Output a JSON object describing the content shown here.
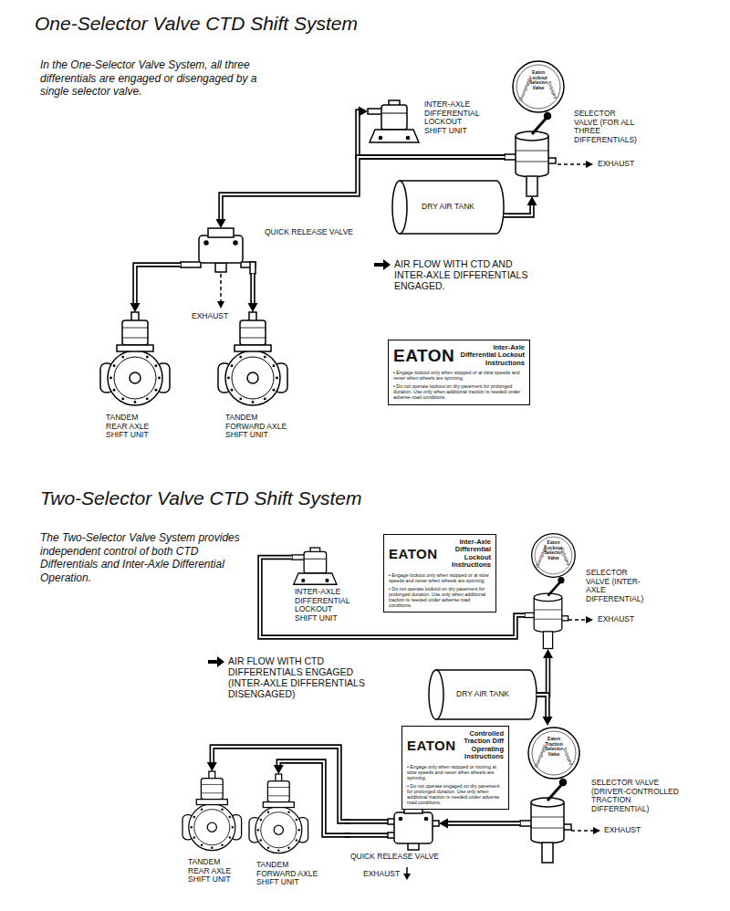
{
  "diagram": {
    "title": "One-Selector Valve CTD Shift System",
    "nodes": [
      {
        "text": [
          "INTER-AXLE DIFFERENTIAL LOCKOUT SHIFT UNIT"
        ]
      },
      {
        "text": [
          "SELECTOR VALVE (FOR ALL THREE DIFFERENTIALS)"
        ]
      },
      {
        "text": [
          "DRY AIR TANK"
        ]
      },
      {
        "text": [
          "QUICK RELEASE VALVE"
        ]
      },
      {
        "text": [
          "TANDEM REAR AXLE SHIFT UNIT"
        ]
      },
      {
        "text": [
          "TANDEM FORWARD AXLE SHIFT UNIT"
        ]
      },
      {
        "text": [
          "EATON",
          "Inter-Axle Differential Lockout Instructions",
          "• Engage lockout only when stopped or at slow speeds and never when wheels are spinning.",
          "• Do not operate lockout on dry pavement for prolonged duration. Use only when additional traction is needed under adverse road conditions."
        ]
      },
      {
        "text": [
          "INTER-AXLE DIFFERENTIAL LOCKOUT SHIFT UNIT"
        ]
      },
      {
        "text": [
          "EATON",
          "Inter-Axle Differential Lockout Instructions",
          "• Engage lockout only when stopped or at slow speeds and never when wheels are spinning.",
          "• Do not operate lockout on dry pavement for prolonged duration. Use only when additional traction is needed under adverse road conditions."
        ]
      },
      {
        "text": [
          "SELECTOR VALVE (INTER-AXLE DIFFERENTIAL)"
        ]
      },
      {
        "text": [
          "DRY AIR TANK"
        ]
      },
      {
        "text": [
          "EATON",
          "Controlled Traction Diff Operating Instructions",
          "• Engage only when stopped or moving at slow speeds and never when wheels are spinning.",
          "• Do not operate engaged on dry pavement for prolonged duration. Use only when additional traction is needed under adverse road conditions."
        ]
      },
      {
        "text": [
          "SELECTOR VALVE (DRIVER-CONTROLLED TRACTION DIFFERENTIAL)"
        ]
      },
      {
        "text": [
          "QUICK RELEASE VALVE"
        ]
      },
      {
        "text": [
          "TANDEM REAR AXLE SHIFT UNIT"
        ]
      },
      {
        "text": [
          "TANDEM FORWARD AXLE SHIFT UNIT"
        ]
      }
    ],
    "edges": [
      {
        "from": 2,
        "to": 1,
        "arrow": "to"
      },
      {
        "from": 1,
        "to": 0,
        "arrow": "to"
      },
      {
        "from": 1,
        "to": 3,
        "arrow": "to"
      },
      {
        "from": 3,
        "to": 4,
        "arrow": "to"
      },
      {
        "from": 3,
        "to": 5,
        "arrow": "to"
      },
      {
        "from": 10,
        "to": 9,
        "arrow": "to"
      },
      {
        "from": 10,
        "to": 12,
        "arrow": "to"
      },
      {
        "from": 9,
        "to": 7,
        "arrow": "none"
      },
      {
        "from": 12,
        "to": 13,
        "arrow": "to"
      },
      {
        "from": 13,
        "to": 14,
        "arrow": "to"
      },
      {
        "from": 13,
        "to": 15,
        "arrow": "to"
      }
    ],
    "labels": [
      "In the One-Selector Valve System, all three differentials are engaged or disengaged by a single selector valve.",
      "Eaton Lockout Selector Valve",
      "Disengaged",
      "Engaged",
      "EXHAUST",
      "EXHAUST",
      "Two-Selector Valve CTD Shift System",
      "The Two-Selector Valve System provides independent control of both CTD Differentials and Inter-Axle Differential Operation.",
      "Eaton Lockout Selector Valve",
      "Disengaged",
      "Engaged",
      "EXHAUST",
      "Eaton Traction Selector Valve",
      "Disengaged",
      "Engaged",
      "EXHAUST",
      "EXHAUST"
    ],
    "legend": [
      {
        "text": "AIR FLOW WITH CTD AND INTER-AXLE DIFFERENTIALS ENGAGED."
      },
      {
        "text": "AIR FLOW WITH CTD DIFFERENTIALS ENGAGED (INTER-AXLE DIFFERENTIALS DISENGAGED)"
      }
    ]
  }
}
